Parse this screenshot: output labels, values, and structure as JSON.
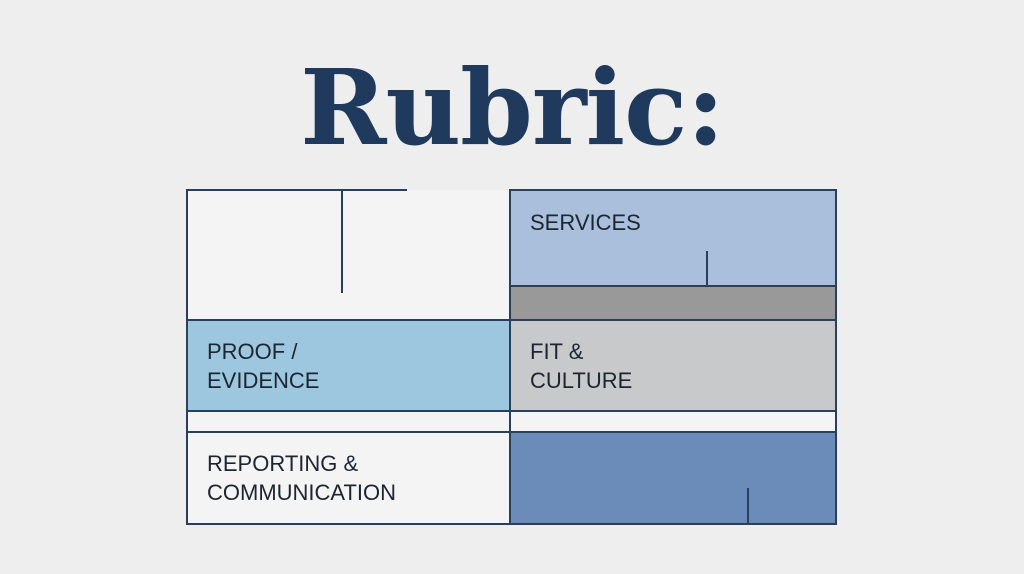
{
  "title": "Rubric:",
  "cells": {
    "services": "SERVICES",
    "proof": "PROOF /\nEVIDENCE",
    "fit": "FIT &\nCULTURE",
    "reporting": "REPORTING &\nCOMMUNICATION"
  },
  "colors": {
    "title": "#1f3a5c",
    "services_fill": "#a9bfdc",
    "gray_band": "#999999",
    "proof_fill": "#9cc7df",
    "fit_fill": "#c8c9cb",
    "bottom_right_fill": "#6b8cb9",
    "line": "#2a3f5a"
  }
}
